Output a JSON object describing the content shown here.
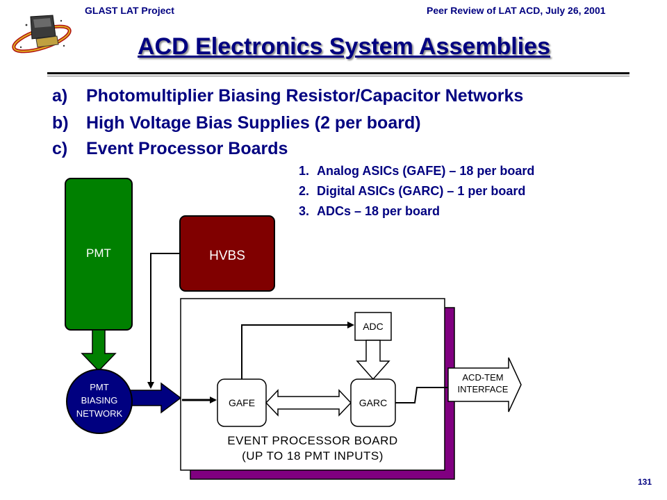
{
  "header": {
    "left": "GLAST LAT Project",
    "right": "Peer Review of LAT ACD, July 26, 2001"
  },
  "title": "ACD Electronics System Assemblies",
  "list": {
    "items": [
      {
        "label": "a)",
        "text": "Photomultiplier Biasing Resistor/Capacitor Networks"
      },
      {
        "label": "b)",
        "text": "High Voltage Bias Supplies (2 per board)"
      },
      {
        "label": "c)",
        "text": "Event Processor Boards"
      }
    ],
    "subitems": [
      {
        "label": "1.",
        "text": "Analog ASICs (GAFE) – 18 per board"
      },
      {
        "label": "2.",
        "text": "Digital ASICs (GARC) – 1 per board"
      },
      {
        "label": "3.",
        "text": "ADCs – 18 per board"
      }
    ]
  },
  "diagram": {
    "pmt": "PMT",
    "hvbs": "HVBS",
    "biasing": [
      "PMT",
      "BIASING",
      "NETWORK"
    ],
    "adc": "ADC",
    "gafe": "GAFE",
    "garc": "GARC",
    "interface": [
      "ACD-TEM",
      "INTERFACE"
    ],
    "board": [
      "EVENT PROCESSOR BOARD",
      "(UP TO 18 PMT INPUTS)"
    ]
  },
  "colors": {
    "header_text": "#000080",
    "pmt_fill": "#008000",
    "hvbs_fill": "#800000",
    "biasing_fill": "#000080",
    "board_shadow": "#800080"
  },
  "page_number": "131"
}
